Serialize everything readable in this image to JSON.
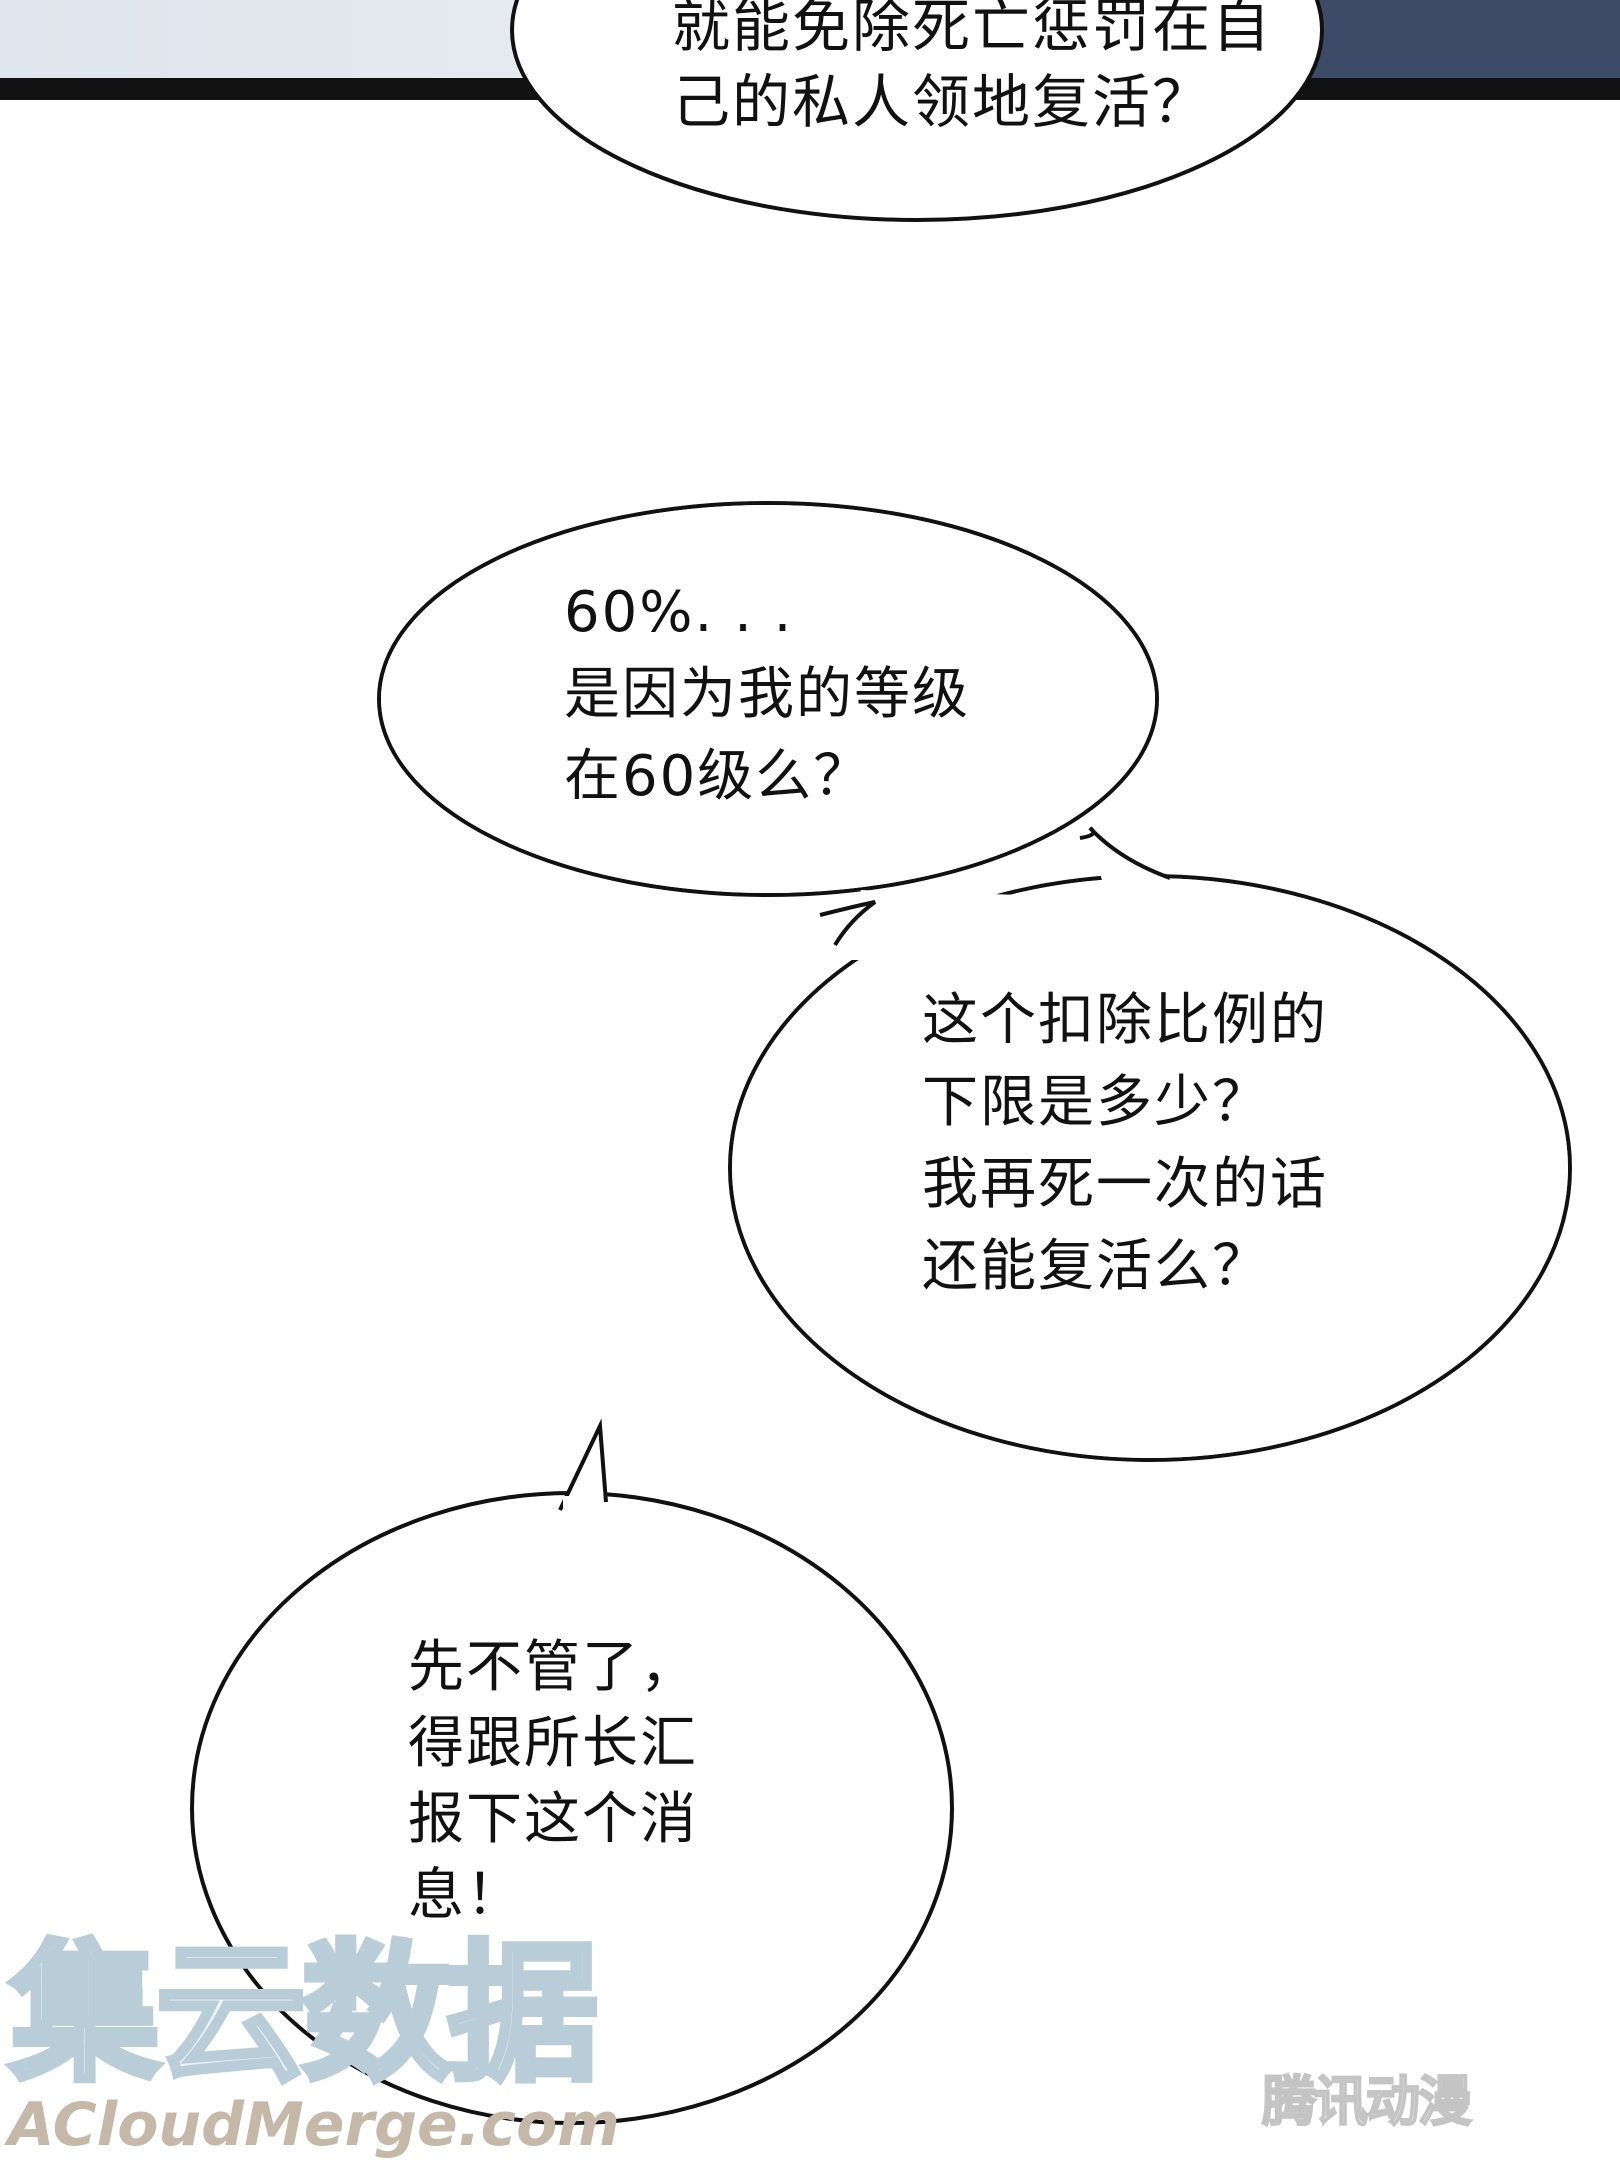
{
  "bubbles": [
    {
      "lines": [
        "就能免除死亡惩罚在自",
        "己的私人领地复活？"
      ]
    },
    {
      "lines": [
        "60%. . .",
        "是因为我的等级",
        "在60级么？"
      ]
    },
    {
      "lines": [
        "这个扣除比例的",
        "下限是多少？",
        "我再死一次的话",
        "还能复活么？"
      ]
    },
    {
      "lines": [
        "先不管了，",
        "得跟所长汇",
        "报下这个消",
        "息！"
      ]
    }
  ],
  "watermarks": {
    "site_cn": "集云数据",
    "site_en": "ACloudMerge.com",
    "publisher": "腾讯动漫"
  },
  "colors": {
    "panel_light": "#e6ebf0",
    "panel_dark": "#3d4b66",
    "border": "#111111"
  }
}
